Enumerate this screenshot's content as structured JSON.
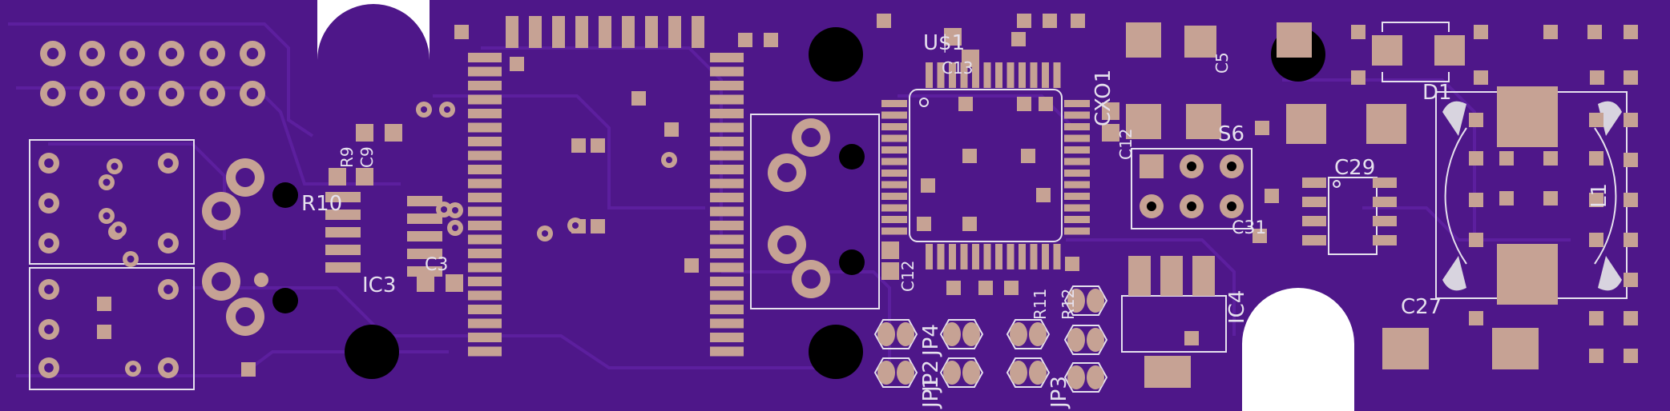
{
  "board": {
    "colors": {
      "background": "#ffffff",
      "soldermask": "#4e1789",
      "trace": "#5c1f9e",
      "pad": "#c6a294",
      "silkscreen": "#e6e1ee",
      "drill": "#000000"
    }
  },
  "labels": {
    "u1": "U$1",
    "c13": "C13",
    "cxo1": "CXO1",
    "c5": "C5",
    "d1": "D1",
    "r10": "R10",
    "r9": "R9",
    "c9": "C9",
    "ic3": "IC3",
    "c3": "C3",
    "c12_left": "C12",
    "c12_right": "C12",
    "s6": "S6",
    "c31": "C31",
    "c29": "C29",
    "l1": "L1",
    "c27": "C27",
    "ic4": "IC4",
    "jp4": "JP4",
    "jp2": "JP2",
    "jp1": "JP1",
    "jp3": "JP3",
    "r11": "R11",
    "r12": "R12"
  }
}
